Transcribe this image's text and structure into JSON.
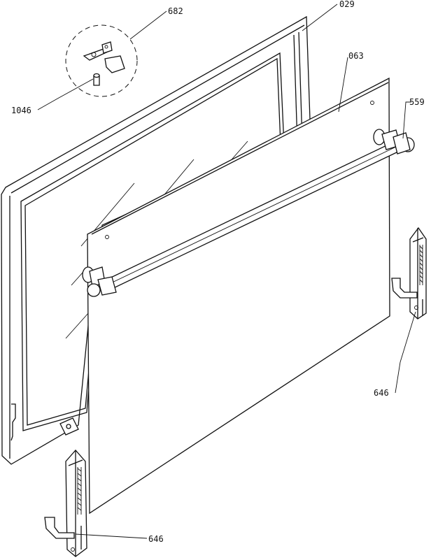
{
  "labels": {
    "detail_callout": "682",
    "outer_frame": "029",
    "door_panel": "063",
    "handle": "559",
    "detail_screw": "1046",
    "hinge_right": "646",
    "hinge_left": "646"
  }
}
